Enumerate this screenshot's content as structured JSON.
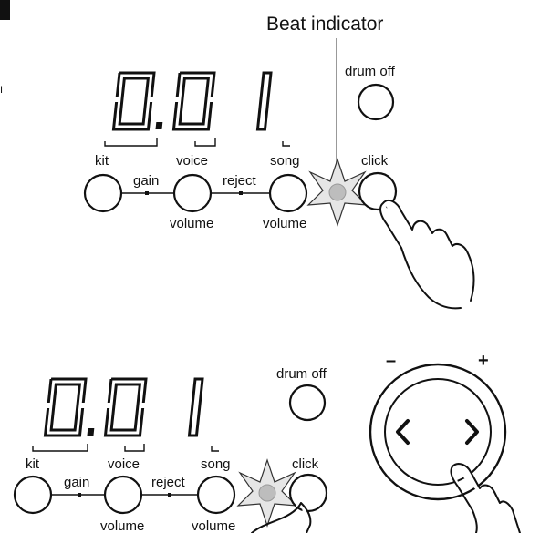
{
  "beat_indicator_label": "Beat indicator",
  "panel_top": {
    "display": "0.01",
    "labels": {
      "kit": "kit",
      "voice": "voice",
      "song": "song",
      "click": "click",
      "drum_off": "drum off",
      "gain": "gain",
      "reject": "reject",
      "volume_1": "volume",
      "volume_2": "volume"
    }
  },
  "panel_bottom": {
    "display": "0.01",
    "labels": {
      "kit": "kit",
      "voice": "voice",
      "song": "song",
      "click": "click",
      "drum_off": "drum off",
      "gain": "gain",
      "reject": "reject",
      "volume_1": "volume",
      "volume_2": "volume"
    },
    "dial": {
      "minus": "–",
      "plus": "+",
      "left": "<",
      "right": ">"
    }
  },
  "margin_mark": "I"
}
